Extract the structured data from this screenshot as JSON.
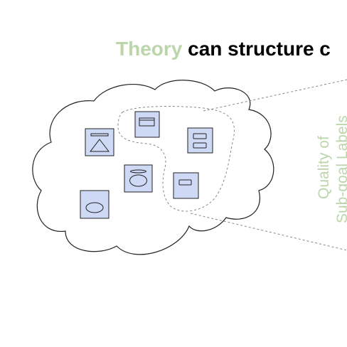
{
  "title": {
    "part1": "Theory",
    "part2": " can structure c"
  },
  "side_label": {
    "line1": "Quality of",
    "line2": "Sub-goal Labels"
  },
  "colors": {
    "accent": "#bcd5ab",
    "title_text": "#000000",
    "box_fill": "#cdd9f5",
    "stroke": "#222222",
    "dashed": "#888888"
  },
  "cards": [
    {
      "name": "card-triangle",
      "glyph": "triangle-icon"
    },
    {
      "name": "card-window",
      "glyph": "window-icon"
    },
    {
      "name": "card-two-bars",
      "glyph": "two-bars-icon"
    },
    {
      "name": "card-oval-bar",
      "glyph": "oval-bar-icon"
    },
    {
      "name": "card-small-rect",
      "glyph": "small-rect-icon"
    },
    {
      "name": "card-oval",
      "glyph": "oval-icon"
    }
  ]
}
